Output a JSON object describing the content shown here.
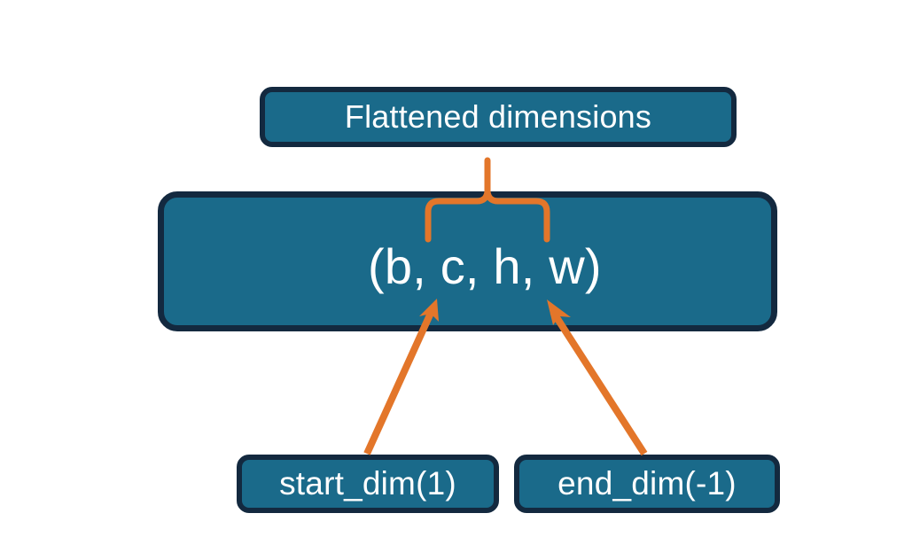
{
  "diagram": {
    "title": "Flattened dimensions",
    "background_color": "#ffffff",
    "node_fill_color": "#1a6a8a",
    "node_border_color": "#13293f",
    "node_text_color": "#ffffff",
    "accent_color": "#e3762a"
  },
  "nodes": {
    "flattened": {
      "label": "Flattened dimensions"
    },
    "shape": {
      "label": "(b, c, h, w)"
    },
    "start_dim": {
      "label": "start_dim(1)"
    },
    "end_dim": {
      "label": "end_dim(-1)"
    }
  },
  "annotations": {
    "brace": {
      "name": "curly-brace-icon",
      "description": "orange curly brace grouping c, h, w",
      "color": "#e3762a"
    },
    "arrow_start": {
      "name": "arrow-start-dim",
      "from": "start_dim(1)",
      "to": "(b, c, h, w)",
      "color": "#e3762a"
    },
    "arrow_end": {
      "name": "arrow-end-dim",
      "from": "end_dim(-1)",
      "to": "(b, c, h, w)",
      "color": "#e3762a"
    }
  }
}
